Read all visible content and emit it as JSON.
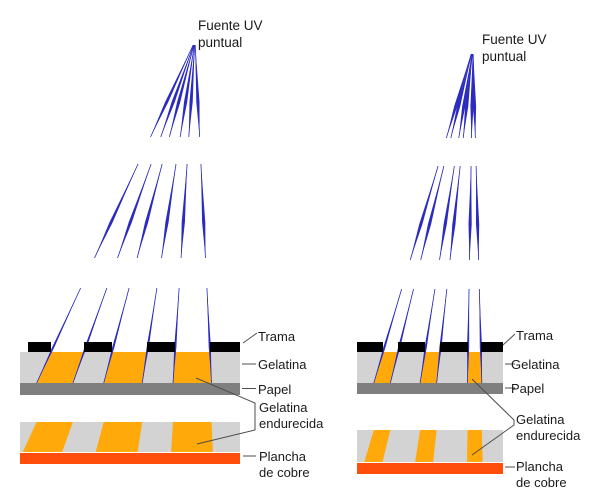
{
  "colors": {
    "background": "#FFFFFF",
    "ray": "#2B2BBF",
    "trama": "#000000",
    "gelatina": "#D3D3D3",
    "papel": "#7F7F7F",
    "gelatina_endurecida": "#FFA90A",
    "plancha_cobre": "#FF4E0C",
    "label_text": "#1A1A1A",
    "connector": "#4D4D4D"
  },
  "panels": {
    "left": {
      "source_label": "Fuente UV\npuntual",
      "labels": {
        "trama": "Trama",
        "gelatina": "Gelatina",
        "papel": "Papel",
        "gelatina_endurecida": "Gelatina\nendurecida",
        "plancha_cobre": "Plancha\nde cobre"
      }
    },
    "right": {
      "source_label": "Fuente UV\npuntual",
      "labels": {
        "trama": "Trama",
        "gelatina": "Gelatina",
        "papel": "Papel",
        "gelatina_endurecida": "Gelatina\nendurecida",
        "plancha_cobre": "Plancha\nde cobre"
      }
    }
  }
}
